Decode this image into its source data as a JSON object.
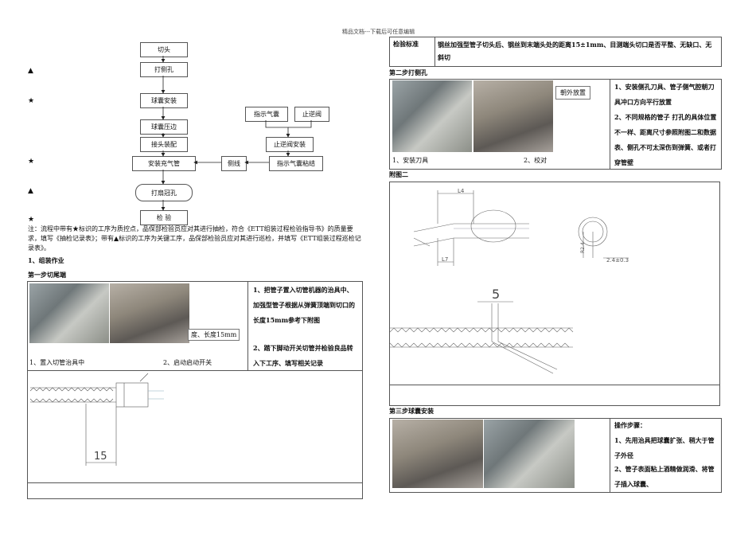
{
  "header_note": "精品文档---下载后可任意编辑",
  "flowchart": {
    "nodes": {
      "cut_head": "切头",
      "side_hole": "打侧孔",
      "balloon_install": "球囊安装",
      "balloon_press": "球囊压边",
      "connector_assembly": "接头装配",
      "install_inflation_tube": "安装充气管",
      "punch_hole": "打扇冠孔",
      "inspect": "检  验",
      "indicator_balloon": "指示气囊",
      "check_valve": "止逆阀",
      "check_valve_install": "止逆阀安装",
      "side_line": "侧线",
      "indicator_bonding": "指示气囊粘结"
    },
    "markers": [
      "▲",
      "★",
      "★",
      "▲",
      "★"
    ]
  },
  "note_text": "注：流程中带有★标识的工序为质控点，品保部检验员应对其进行抽检，符合《ETT组装过程检验指导书》的质量要求，填写《抽检记录表》；带有▲标识的工序为关键工序，品保部检验员应对其进行巡检，并填写《ETT组装过程巡检记录表》。",
  "section1": "1、组装作业",
  "step1": {
    "title": "第一步切尾端",
    "photo_overlay": "度、长度15mm",
    "caption1": "1、置入切管治具中",
    "caption2": "2、启动启动开关",
    "instr1": "1、把管子置入切管机器的治具中、加强型管子根据从弹簧顶端到切口的长度15mm参考下附图",
    "instr2": "2、踏下脚动开关切管并检验良品转入下工序、填写相关记录",
    "dim_label": "15"
  },
  "inspection": {
    "label": "检验标准",
    "text": "钢丝加强型管子切头后、钢丝到末端头处的距离15±1mm、目测端头切口是否平整、无缺口、无斜切"
  },
  "step2": {
    "title": "第二步打侧孔",
    "photo_overlay": "朝外放置",
    "caption1": "1、安装刀具",
    "caption2": "2、校对",
    "instr1": "1、安装侧孔刀具、管子侧气腔朝刀具冲口方向平行放置",
    "instr2": "2、不同规格的管子 打孔的具体位置不一样、距离尺寸参照附图二和数据表、侧孔不可太深伤到弹簧、或者打穿管壁"
  },
  "figure2": {
    "title": "附图二",
    "labels": [
      "L4",
      "L7",
      "R2.4",
      "2.4±0.3",
      "5"
    ]
  },
  "step3": {
    "title": "第三步球囊安装",
    "heading": "操作步骤：",
    "instr1": "1、先用治具把球囊扩张、稍大于管子外径",
    "instr2": "2、管子表面粘上酒精做润滑、将管子插入球囊、"
  }
}
